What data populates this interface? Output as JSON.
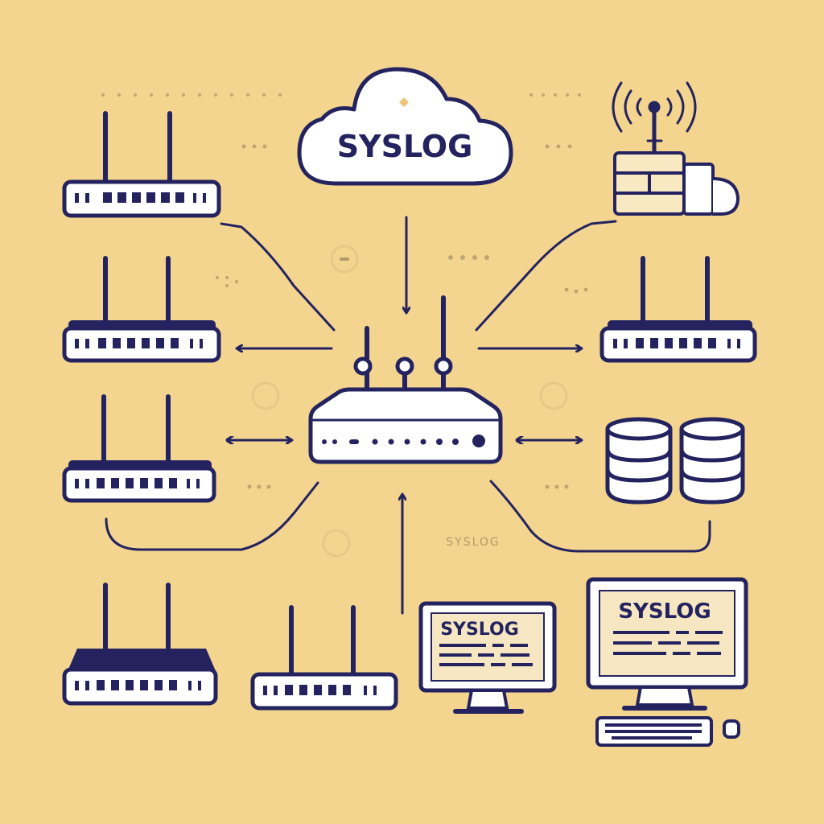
{
  "labels": {
    "cloud": "SYSLOG",
    "mid": "SYSLOG",
    "monitor_small": "SYSLOG",
    "monitor_large": "SYSLOG"
  },
  "colors": {
    "background": "#f3d58f",
    "ink": "#24235f",
    "device_fill": "#ffffff",
    "accent_yellow": "#f1c27a"
  },
  "icons": [
    "cloud-icon",
    "router-icon",
    "wireless-tower-icon",
    "database-icon",
    "monitor-icon",
    "keyboard-icon",
    "mouse-icon",
    "signal-icon"
  ]
}
